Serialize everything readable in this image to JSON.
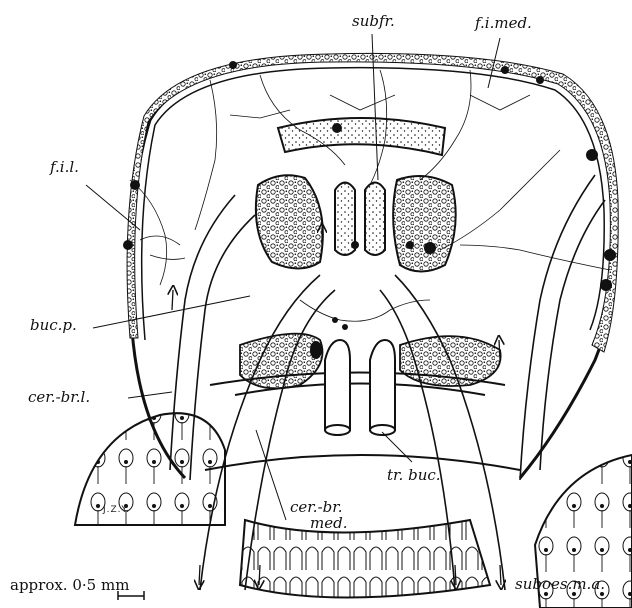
{
  "labels": {
    "subfr": "subfr.",
    "fi_med": "f.i.med.",
    "fil": "f.i.l.",
    "buc_p": "buc.p.",
    "cer_br_l": "cer.-br.l.",
    "cer_br_med_1": "cer.-br.",
    "cer_br_med_2": "med.",
    "tr_buc": "tr. buc.",
    "suboes_ma": "suboes.m.a."
  },
  "scale_bar": {
    "text": "approx. 0·5 mm",
    "value": 0.5,
    "unit": "mm"
  },
  "artist_initials": "J.Z.Y.",
  "colors": {
    "ink": "#111111",
    "paper": "#ffffff"
  }
}
